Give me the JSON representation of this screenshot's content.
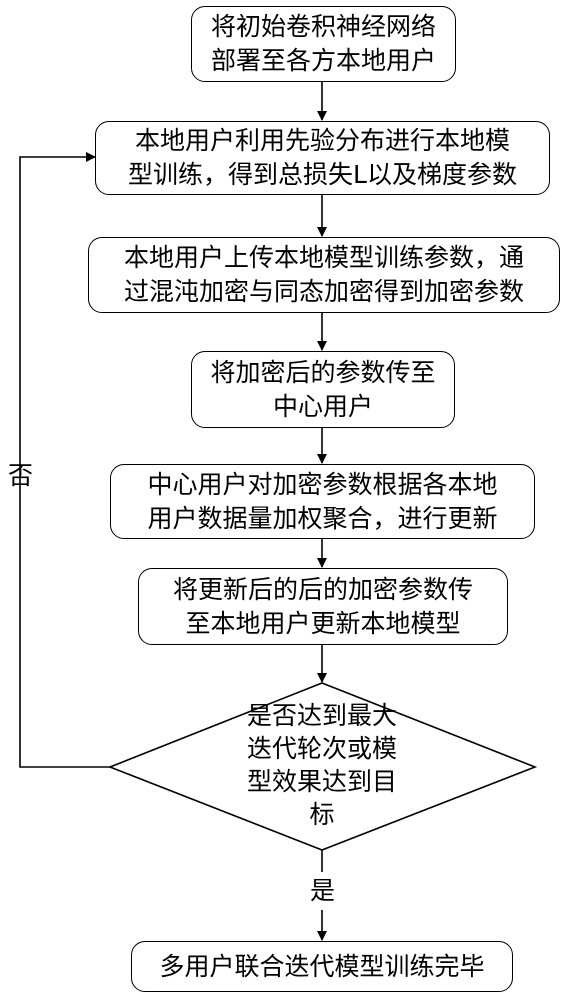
{
  "steps": [
    {
      "line1": "将初始卷积神经网络",
      "line2": "部署至各方本地用户"
    },
    {
      "line1": "本地用户利用先验分布进行本地模",
      "line2": "型训练，得到总损失L以及梯度参数"
    },
    {
      "line1": "本地用户上传本地模型训练参数，通",
      "line2": "过混沌加密与同态加密得到加密参数"
    },
    {
      "line1": "将加密后的参数传至",
      "line2": "中心用户"
    },
    {
      "line1": "中心用户对加密参数根据各本地",
      "line2": "用户数据量加权聚合，进行更新"
    },
    {
      "line1": "将更新后的后的加密参数传",
      "line2": "至本地用户更新本地模型"
    }
  ],
  "decision": {
    "line1": "是否达到最大",
    "line2": "迭代轮次或模",
    "line3": "型效果达到目",
    "line4": "标"
  },
  "labels": {
    "no": "否",
    "yes": "是"
  },
  "final": {
    "text": "多用户联合迭代模型训练完毕"
  }
}
